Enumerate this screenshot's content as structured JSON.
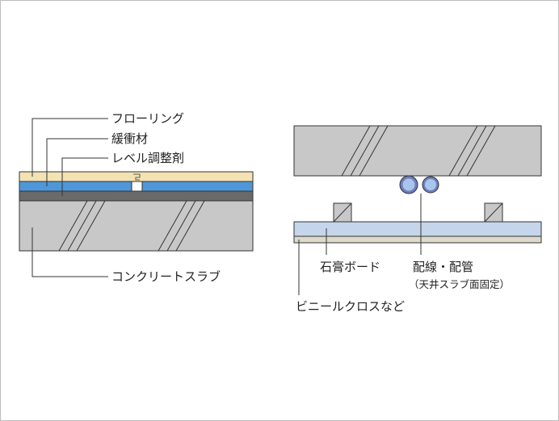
{
  "left_diagram": {
    "labels": {
      "flooring": "フローリング",
      "cushion": "緩衝材",
      "leveling": "レベル調整剤",
      "slab": "コンクリートスラブ"
    }
  },
  "right_diagram": {
    "labels": {
      "gypsum": "石膏ボード",
      "wiring": "配線・配管",
      "wiring_note": "（天井スラブ面固定）",
      "cloth": "ビニールクロスなど"
    }
  },
  "colors": {
    "flooring": "#f3e2b3",
    "cushion": "#4f97d8",
    "leveling": "#6a6a6a",
    "concrete": "#c8c8c8",
    "gypsum": "#c6d6ea",
    "cloth": "#dcdacb",
    "pipe": "#6d7fc0"
  }
}
